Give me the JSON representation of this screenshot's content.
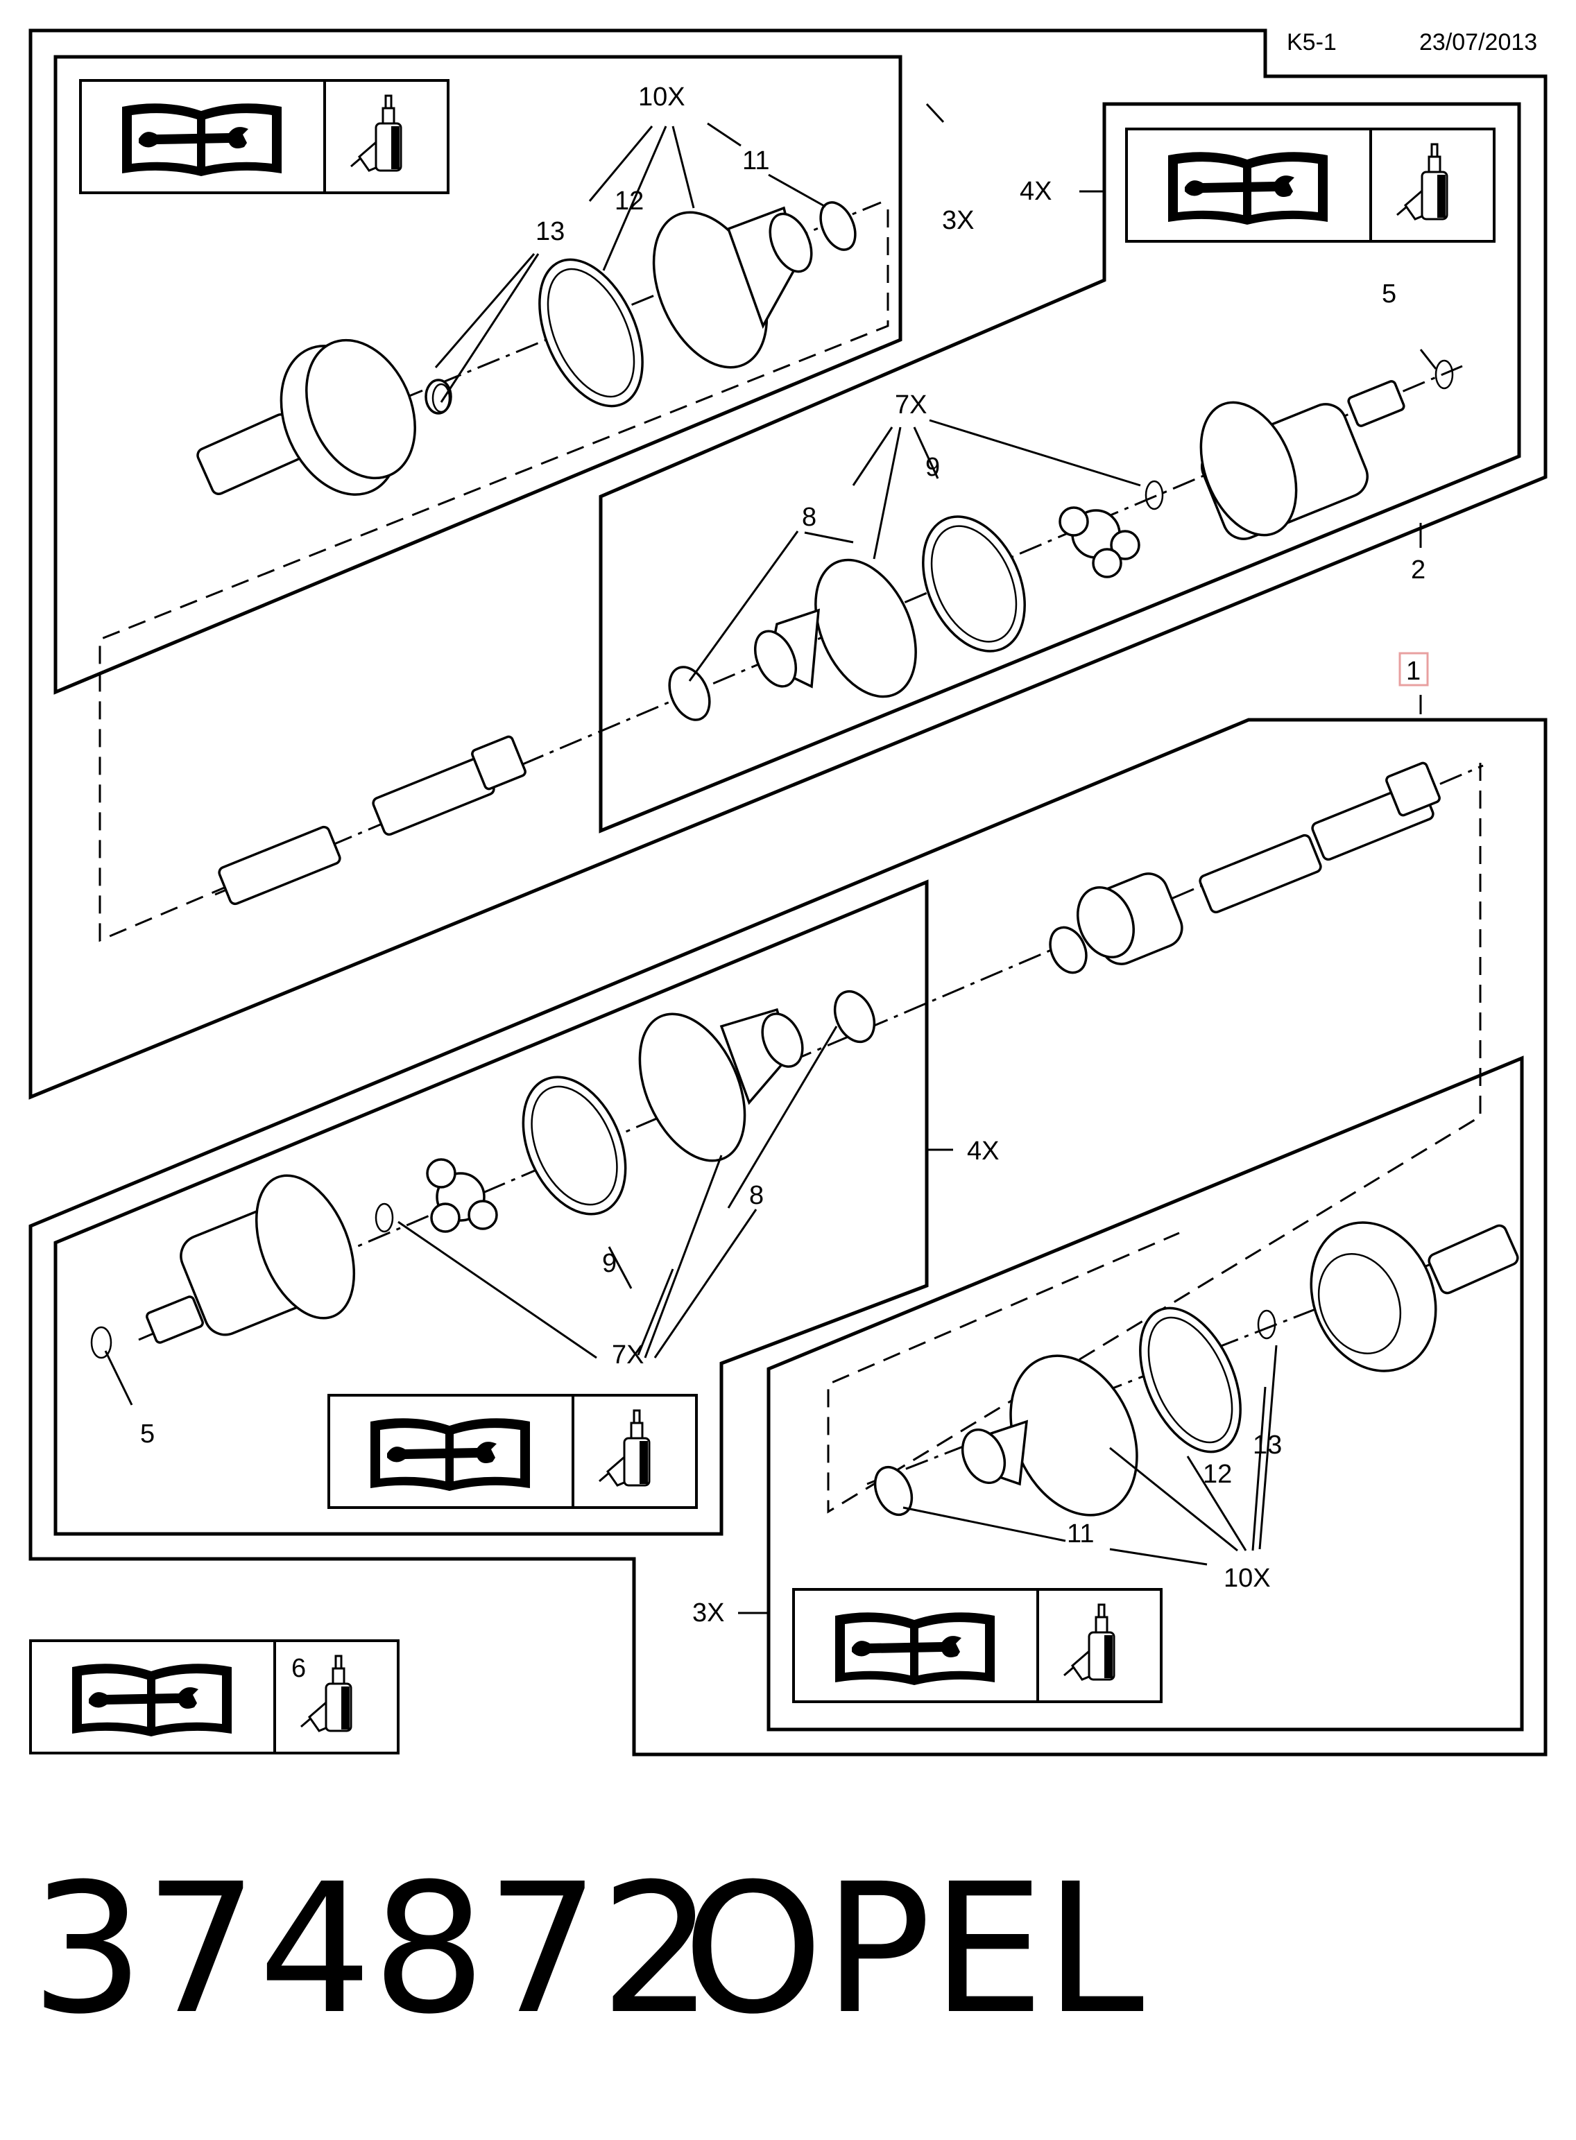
{
  "header": {
    "code": "K5-1",
    "date": "23/07/2013"
  },
  "footer": {
    "part_number": "374872",
    "brand": "OPEL"
  },
  "callouts": {
    "c1": "1",
    "c2": "2",
    "c5a": "5",
    "c5b": "5",
    "c6": "6",
    "c7xa": "7X",
    "c7xb": "7X",
    "c8a": "8",
    "c8b": "8",
    "c9a": "9",
    "c9b": "9",
    "c10xa": "10X",
    "c10xb": "10X",
    "c11a": "11",
    "c11b": "11",
    "c12a": "12",
    "c12b": "12",
    "c13a": "13",
    "c13b": "13",
    "q3xa": "3X",
    "q3xb": "3X",
    "q4xa": "4X",
    "q4xb": "4X"
  },
  "colors": {
    "line": "#000000",
    "highlight_box": "#e8a0a0"
  },
  "icons": [
    "service-manual-wrench-icon",
    "grease-tube-icon"
  ]
}
